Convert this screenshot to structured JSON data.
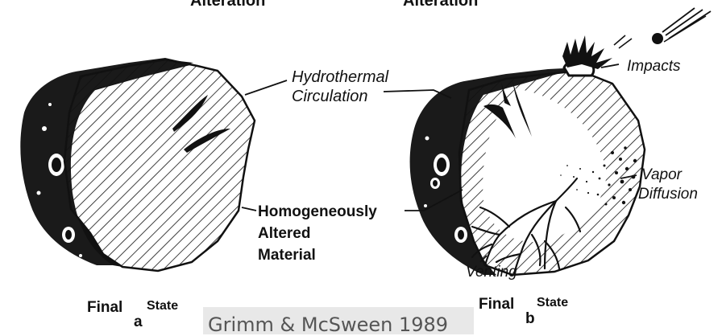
{
  "header": {
    "left_label": "Alteration",
    "right_label": "Alteration"
  },
  "labels": {
    "hydrothermal_circulation": [
      "Hydrothermal",
      "Circulation"
    ],
    "homogeneously_altered": [
      "Homogeneously",
      "Altered",
      "Material"
    ],
    "impacts": "Impacts",
    "vapor_diffusion": [
      "Vapor",
      "Diffusion"
    ],
    "venting": "Venting"
  },
  "states": {
    "a": {
      "prefix": "Final",
      "letter": "a",
      "suffix": "State"
    },
    "b": {
      "prefix": "Final",
      "letter": "b",
      "suffix": "State"
    }
  },
  "caption": "Grimm & McSween 1989",
  "colors": {
    "ink": "#111111",
    "caption_bg": "#e8e8e8",
    "caption_text": "#555555"
  }
}
